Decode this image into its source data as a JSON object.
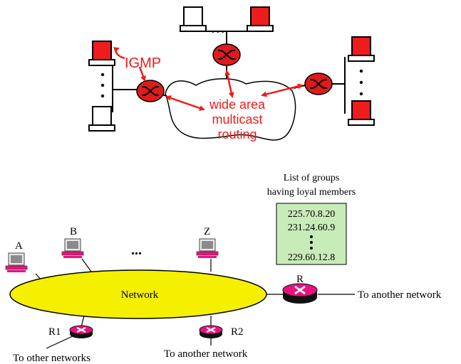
{
  "top_diagram": {
    "igmp_label": "IGMP",
    "dots": "•   •   •",
    "routing_label": [
      "wide area",
      "multicast",
      "routing"
    ]
  },
  "bottom_diagram": {
    "groups_title": [
      "List of groups",
      "having loyal members"
    ],
    "groups": [
      "225.70.8.20",
      "231.24.60.9",
      "229.60.12.8"
    ],
    "hosts": [
      "A",
      "B",
      "Z"
    ],
    "ellipsis": "...",
    "network_label": "Network",
    "routers": [
      "R",
      "R1",
      "R2"
    ],
    "router_r_link": "To another network",
    "router_r1_link": "To other networks",
    "router_r2_link": "To another network"
  },
  "colors": {
    "router_red": "#e01b1b",
    "arrow_red": "#ee1c1c",
    "network_fill": "#f5f000",
    "router_pink": "#e8127c",
    "groups_box": "#c8ecb8"
  }
}
